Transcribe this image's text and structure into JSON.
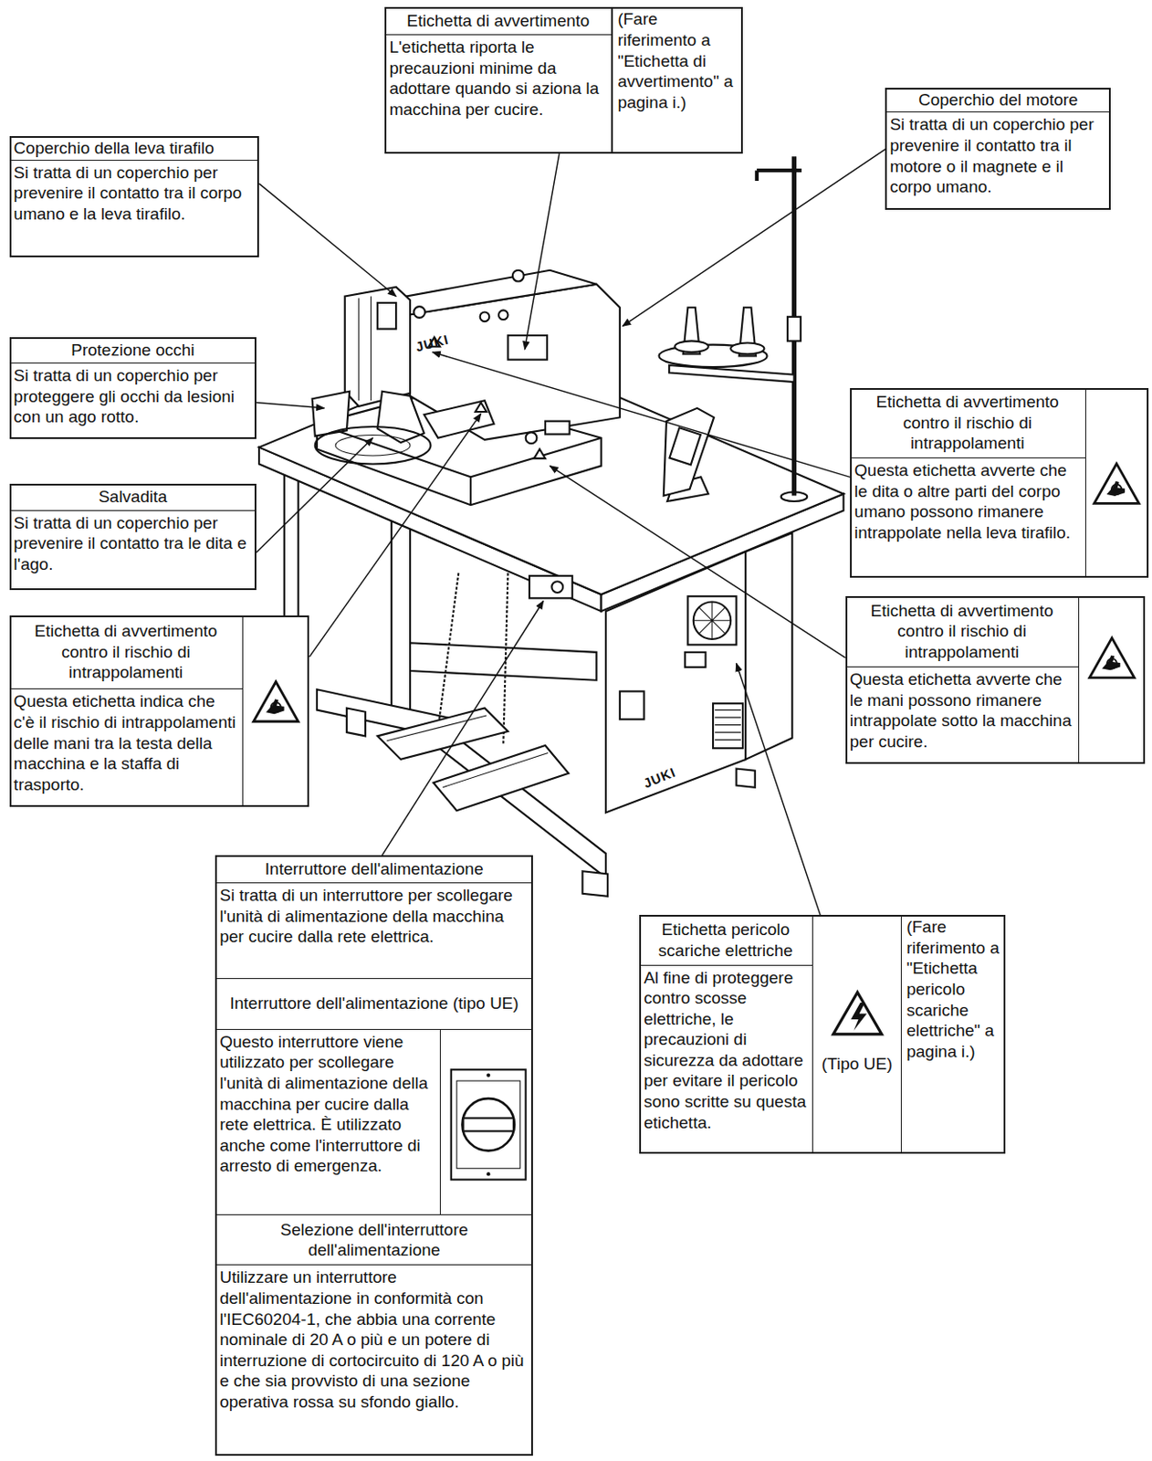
{
  "diagram": {
    "nodes": [
      {
        "text": [
          "Etichetta di avvertimento",
          "L'etichetta riporta le precauzioni minime da adottare quando si aziona la macchina per cucire.",
          "(Fare riferimento a \"Etichetta di avvertimento\" a pagina i.)"
        ]
      },
      {
        "text": [
          "Coperchio del motore",
          "Si tratta di un coperchio per prevenire il contatto tra il motore o il magnete e il corpo umano."
        ]
      },
      {
        "text": [
          "Coperchio della leva tirafilo",
          "Si tratta di un coperchio per prevenire il contatto tra il corpo umano e la leva tirafilo."
        ]
      },
      {
        "text": [
          "Protezione occhi",
          "Si tratta di un coperchio per proteggere gli occhi da lesioni con un ago rotto."
        ]
      },
      {
        "text": [
          "Etichetta di avvertimento contro il rischio di intrappolamenti",
          "Questa etichetta avverte che le dita o altre parti del corpo umano possono rimanere intrappolate nella leva tirafilo."
        ]
      },
      {
        "text": [
          "Salvadita",
          "Si tratta di un coperchio per prevenire il contatto tra le dita e l'ago."
        ]
      },
      {
        "text": [
          "Etichetta di avvertimento contro il rischio di intrappolamenti",
          "Questa etichetta avverte che le mani possono rimanere intrappolate sotto la macchina per cucire."
        ]
      },
      {
        "text": [
          "Etichetta di avvertimento contro il rischio di intrappolamenti",
          "Questa etichetta indica che c'è il rischio di intrappolamenti delle mani tra la testa della macchina e la staffa di trasporto."
        ]
      },
      {
        "text": [
          "Interruttore dell'alimentazione",
          "Si tratta di un interruttore per scollegare l'unità di alimentazione della macchina per cucire dalla rete elettrica.",
          "Interruttore dell'alimentazione (tipo UE)",
          "Questo interruttore viene utilizzato per scollegare l'unità di alimentazione della macchina per cucire dalla rete elettrica. È utilizzato anche come l'interruttore di arresto di emergenza.",
          "Selezione dell'interruttore dell'alimentazione",
          "Utilizzare un interruttore dell'alimentazione in conformità con l'IEC60204-1, che abbia una corrente nominale di 20 A o più e un potere di interruzione di cortocircuito di 120 A o più e che sia provvisto di una sezione operativa rossa su sfondo giallo."
        ]
      },
      {
        "text": [
          "Etichetta pericolo scariche elettriche",
          "Al fine di proteggere contro scosse elettriche, le precauzioni di sicurezza da adottare per evitare il pericolo sono scritte su questa etichetta.",
          "(Tipo UE)",
          "(Fare riferimento a \"Etichetta pericolo scariche elettriche\" a pagina i.)"
        ]
      }
    ],
    "labels": [
      "JUKI",
      "JUKI"
    ]
  }
}
